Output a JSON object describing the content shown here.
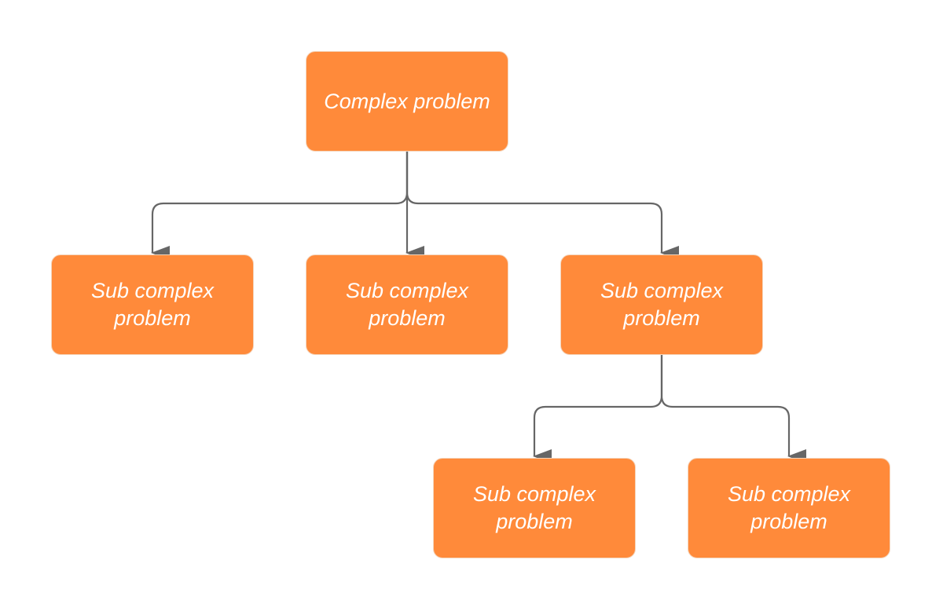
{
  "colors": {
    "node_fill": "#FF8A3A",
    "node_border": "#F4D5BC",
    "connector": "#666666",
    "label_text": "#FFFFFF"
  },
  "nodes": {
    "root": {
      "label": "Complex problem"
    },
    "level1": [
      {
        "label": "Sub complex problem"
      },
      {
        "label": "Sub complex problem"
      },
      {
        "label": "Sub complex problem"
      }
    ],
    "level2": [
      {
        "label": "Sub complex problem"
      },
      {
        "label": "Sub complex problem"
      }
    ]
  },
  "edges": [
    {
      "from": "Complex problem",
      "to": "Sub complex problem (1)"
    },
    {
      "from": "Complex problem",
      "to": "Sub complex problem (2)"
    },
    {
      "from": "Complex problem",
      "to": "Sub complex problem (3)"
    },
    {
      "from": "Sub complex problem (3)",
      "to": "Sub complex problem (4)"
    },
    {
      "from": "Sub complex problem (3)",
      "to": "Sub complex problem (5)"
    }
  ]
}
